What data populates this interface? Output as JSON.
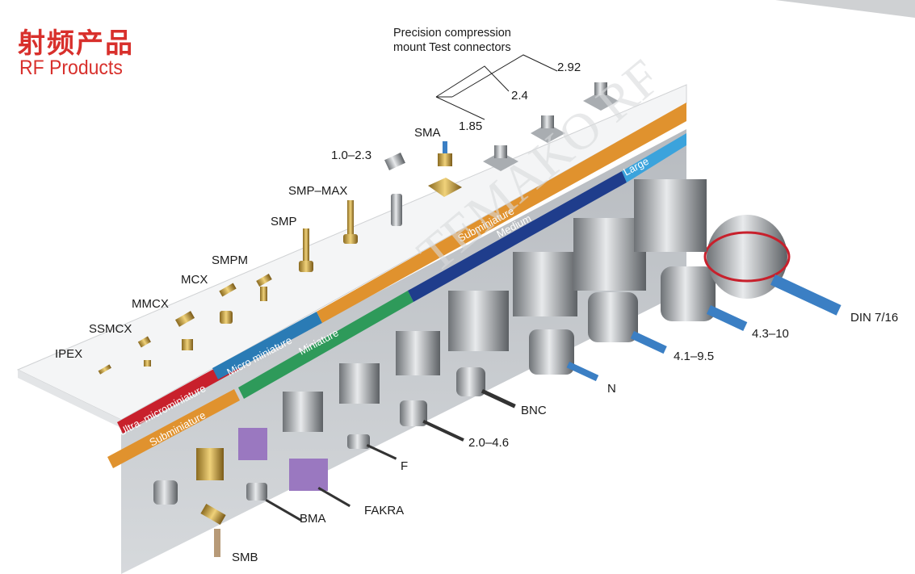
{
  "title": {
    "cn": "射频产品",
    "en": "RF Products"
  },
  "header_note": {
    "line1": "Precision compression",
    "line2": "mount Test connectors"
  },
  "watermark": "TEMAKO RF",
  "top_labels": [
    {
      "id": "ipex",
      "text": "IPEX"
    },
    {
      "id": "ssmcx",
      "text": "SSMCX"
    },
    {
      "id": "mmcx",
      "text": "MMCX"
    },
    {
      "id": "mcx",
      "text": "MCX"
    },
    {
      "id": "smpm",
      "text": "SMPM"
    },
    {
      "id": "smp",
      "text": "SMP"
    },
    {
      "id": "smpmax",
      "text": "SMP–MAX"
    },
    {
      "id": "c1023",
      "text": "1.0–2.3"
    },
    {
      "id": "sma",
      "text": "SMA"
    },
    {
      "id": "p185",
      "text": "1.85"
    },
    {
      "id": "p24",
      "text": "2.4"
    },
    {
      "id": "p292",
      "text": "2.92"
    }
  ],
  "bottom_labels": [
    {
      "id": "smb",
      "text": "SMB"
    },
    {
      "id": "bma",
      "text": "BMA"
    },
    {
      "id": "fakra",
      "text": "FAKRA"
    },
    {
      "id": "f",
      "text": "F"
    },
    {
      "id": "c2046",
      "text": "2.0–4.6"
    },
    {
      "id": "bnc",
      "text": "BNC"
    },
    {
      "id": "n",
      "text": "N"
    },
    {
      "id": "c4195",
      "text": "4.1–9.5"
    },
    {
      "id": "c4310",
      "text": "4.3–10"
    },
    {
      "id": "din",
      "text": "DIN 7/16"
    }
  ],
  "top_bands": [
    {
      "label": "Ultra–microminiature",
      "color": "#c8202c"
    },
    {
      "label": "Micro miniature",
      "color": "#2a7bb5"
    },
    {
      "label": "Miniature",
      "color": "#2e9a5a"
    },
    {
      "label": "Subminiature",
      "color": "#e0922e"
    }
  ],
  "bottom_bands": [
    {
      "label": "Subminiature",
      "color": "#e0922e"
    },
    {
      "label": "Medium",
      "color": "#1f3d8c"
    },
    {
      "label": "Large",
      "color": "#3ba3dc"
    }
  ]
}
